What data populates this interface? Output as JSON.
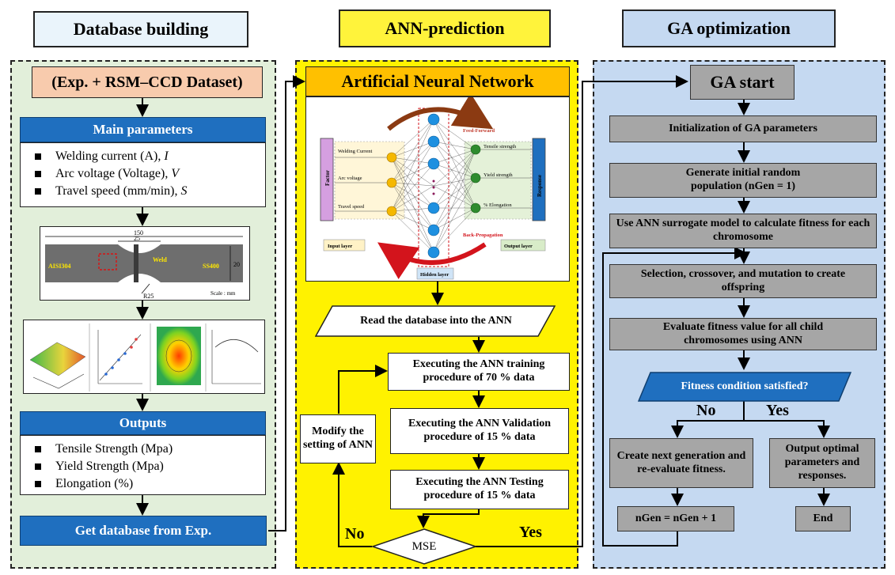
{
  "headers": {
    "database": "Database building",
    "ann": "ANN-prediction",
    "ga": "GA optimization"
  },
  "database": {
    "dataset": "(Exp. + RSM–CCD Dataset)",
    "main_params_title": "Main parameters",
    "main_params": [
      {
        "text": "Welding current (A), ",
        "sym": "I"
      },
      {
        "text": "Arc voltage (Voltage), ",
        "sym": "V"
      },
      {
        "text": "Travel speed (mm/min), ",
        "sym": "S"
      }
    ],
    "specimen": {
      "dim_150": "150",
      "dim_25": "25",
      "dim_20": "20",
      "dim_r25": "R25",
      "left_material": "AISI304",
      "right_material": "SS400",
      "weld": "Weld",
      "scale": "Scale : mm"
    },
    "outputs_title": "Outputs",
    "outputs": [
      "Tensile Strength (Mpa)",
      "Yield Strength (Mpa)",
      "Elongation (%)"
    ],
    "get_database": "Get database from Exp."
  },
  "ann": {
    "title": "Artificial Neural Network",
    "network": {
      "factor": "Factor",
      "response": "Response",
      "inputs": [
        "Welding Current",
        "Arc voltage",
        "Travel speed"
      ],
      "outputs": [
        "Tensile strength",
        "Yield strength",
        "% Elongation"
      ],
      "feed_forward": "Feed-Forward",
      "back_propagation": "Back-Propagation",
      "input_layer": "Input layer",
      "hidden_layer": "Hidden layer",
      "output_layer": "Output layer"
    },
    "read_db": "Read the database into the ANN",
    "training": "Executing the ANN training procedure of 70 % data",
    "validation": "Executing the ANN Validation procedure of 15 % data",
    "testing": "Executing the ANN Testing procedure of 15 % data",
    "modify": "Modify the setting of ANN",
    "mse": "MSE",
    "no": "No",
    "yes": "Yes"
  },
  "ga": {
    "start": "GA start",
    "init": "Initialization of GA parameters",
    "generate": "Generate initial random population (nGen = 1)",
    "fitness": "Use ANN surrogate model to calculate fitness for each chromosome",
    "selection": "Selection, crossover, and mutation to create offspring",
    "evaluate": "Evaluate fitness value for all child chromosomes using ANN",
    "condition": "Fitness condition satisfied?",
    "no": "No",
    "yes": "Yes",
    "next_gen": "Create next generation and re-evaluate fitness.",
    "output": "Output optimal parameters and responses.",
    "increment": "nGen = nGen + 1",
    "end": "End"
  },
  "colors": {
    "db_panel": "#e2efda",
    "ann_panel": "#fff200",
    "ga_panel": "#c5d9f1",
    "blue_box": "#1f6fbf",
    "dataset_box": "#f8cbad",
    "ann_title_box": "#ffc000",
    "gray_box": "#a6a6a6"
  }
}
